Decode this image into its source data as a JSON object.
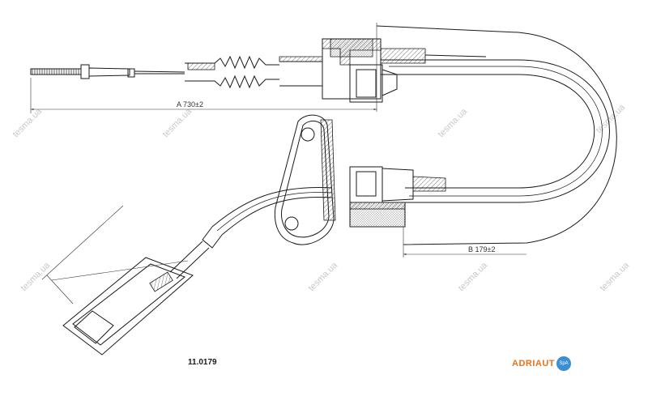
{
  "dimensions": {
    "a": "A  730±2",
    "b": "B  179±2"
  },
  "part_number": "11.0179",
  "brand": {
    "name": "ADRIAUT",
    "badge": "SpA",
    "color": "#e8731a",
    "badge_color": "#3a8fd1"
  },
  "watermark": "tesma.ua"
}
